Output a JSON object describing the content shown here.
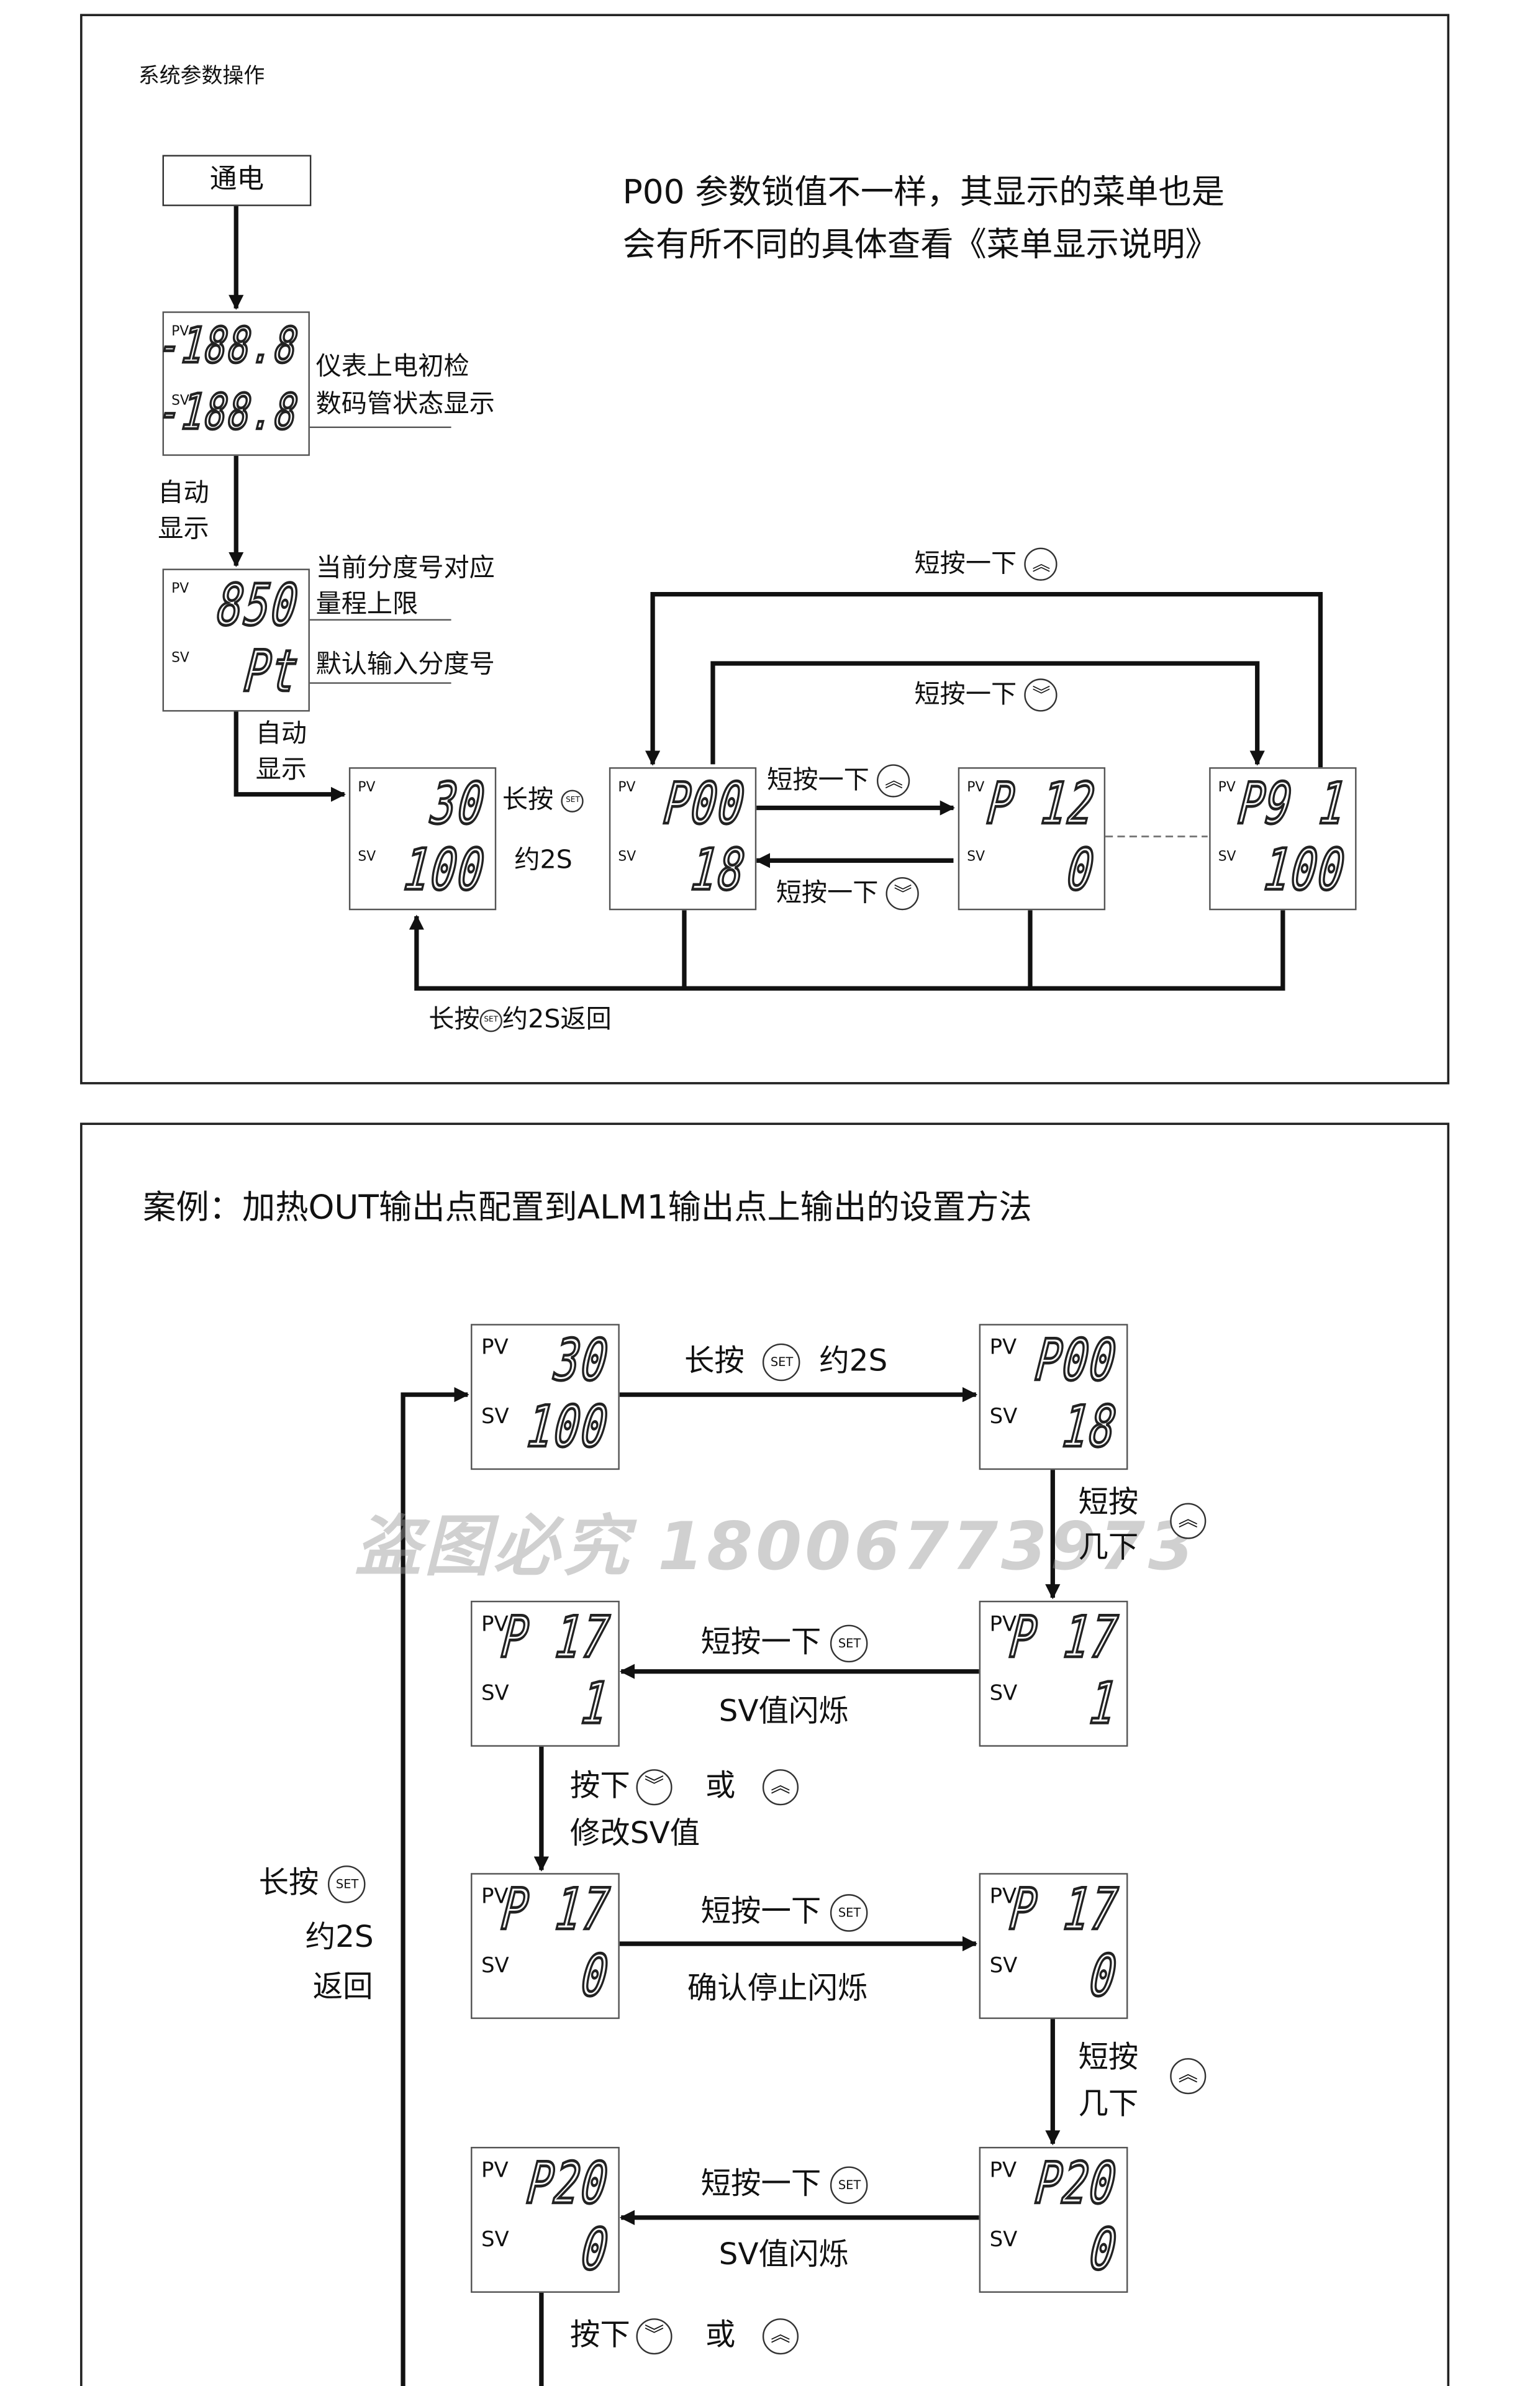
{
  "panel1": {
    "title": "系统参数操作",
    "power_on": "通电",
    "note_line1": "P00 参数锁值不一样，其显示的菜单也是",
    "note_line2": "会有所不同的具体查看《菜单显示说明》",
    "self_test_line1": "仪表上电初检",
    "self_test_line2": "数码管状态显示",
    "auto1_line1": "自动",
    "auto1_line2": "显示",
    "range_line1": "当前分度号对应",
    "range_line2": "量程上限",
    "default_input": "默认输入分度号",
    "auto2_line1": "自动",
    "auto2_line2": "显示",
    "long_press": "长按",
    "about_2s": "约2S",
    "short_up_top": "短按一下",
    "short_down_top": "短按一下",
    "short_up_mid": "短按一下",
    "short_down_mid": "短按一下",
    "return_long": "长按",
    "return_rest": "约2S返回",
    "set_label": "SET",
    "up_icon": "︽",
    "down_icon": "︾",
    "pv_label": "PV",
    "sv_label": "SV",
    "displays": {
      "test": {
        "pv": "-188.8",
        "sv": "-188.8"
      },
      "range": {
        "pv": "850",
        "sv": "Pt"
      },
      "home": {
        "pv": "30",
        "sv": "100"
      },
      "p00": {
        "pv": "P00",
        "sv": "18"
      },
      "p12": {
        "pv": "P 12",
        "sv": "0"
      },
      "p91": {
        "pv": "P9 1",
        "sv": "100"
      }
    }
  },
  "panel2": {
    "title": "案例：加热OUT输出点配置到ALM1输出点上输出的设置方法",
    "long_press_set": "长按",
    "about_2s": "约2S",
    "short_press_1": "短按",
    "few_times_1": "几下",
    "short_press_once_a": "短按一下",
    "sv_flash_a": "SV值闪烁",
    "press": "按下",
    "or": "或",
    "modify_sv": "修改SV值",
    "short_press_once_b": "短按一下",
    "confirm_stop": "确认停止闪烁",
    "short_press_2": "短按",
    "few_times_2": "几下",
    "short_press_once_c": "短按一下",
    "sv_flash_c": "SV值闪烁",
    "press_2": "按下",
    "or_2": "或",
    "return_long": "长按",
    "return_2s": "约2S",
    "return_back": "返回",
    "watermark": "盗图必究  18006773973",
    "displays": {
      "a": {
        "pv": "30",
        "sv": "100"
      },
      "b": {
        "pv": "P00",
        "sv": "18"
      },
      "c": {
        "pv": "P 17",
        "sv": "1"
      },
      "d": {
        "pv": "P 17",
        "sv": "1"
      },
      "e": {
        "pv": "P 17",
        "sv": "0"
      },
      "f": {
        "pv": "P 17",
        "sv": "0"
      },
      "g": {
        "pv": "P20",
        "sv": "0"
      },
      "h": {
        "pv": "P20",
        "sv": "0"
      }
    }
  }
}
